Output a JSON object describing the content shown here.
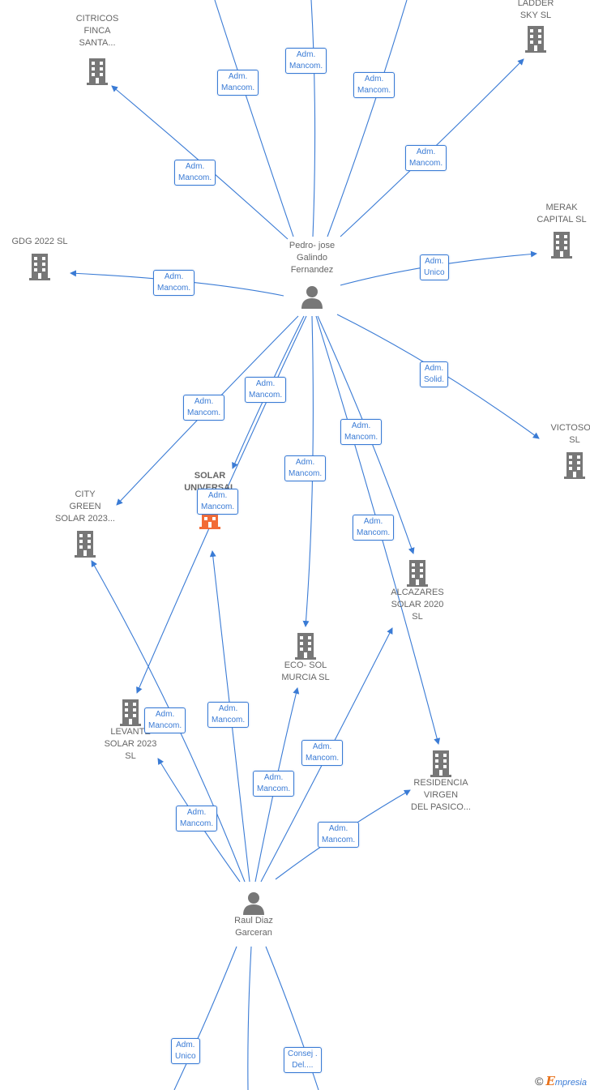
{
  "nodes": {
    "citricos": "CITRICOS\nFINCA\nSANTA...",
    "ladder": "LADDER\nSKY  SL",
    "merak": "MERAK\nCAPITAL  SL",
    "gdg": "GDG 2022  SL",
    "pedro": "Pedro- jose\nGalindo\nFernandez",
    "victosofi": "VICTOSOFI\nSL",
    "solar_universal": "SOLAR\nUNIVERSAL\n20...",
    "city_green": "CITY\nGREEN\nSOLAR 2023...",
    "alcazares": "ALCAZARES\nSOLAR 2020\nSL",
    "eco_sol": "ECO- SOL\nMURCIA  SL",
    "levante": "LEVANTE\nSOLAR 2023\nSL",
    "residencia": "RESIDENCIA\nVIRGEN\nDEL PASICO...",
    "raul": "Raul Diaz\nGarceran"
  },
  "badges": [
    "Adm.\nMancom.",
    "Adm.\nMancom.",
    "Adm.\nMancom.",
    "Adm.\nMancom.",
    "Adm.\nMancom.",
    "Adm.\nMancom.",
    "Adm.\nUnico",
    "Adm.\nSolid.",
    "Adm.\nMancom.",
    "Adm.\nMancom.",
    "Adm.\nMancom.",
    "Adm.\nMancom.",
    "Adm.\nMancom.",
    "Adm.\nMancom.",
    "Adm.\nMancom.",
    "Adm.\nMancom.",
    "Adm.\nMancom.",
    "Adm.\nMancom.",
    "Adm.\nMancom.",
    "Adm.\nMancom.",
    "Adm.\nUnico",
    "Consej .\nDel...."
  ],
  "footer": {
    "copyright": "©",
    "brand_e": "E",
    "brand_rest": "mpresia"
  },
  "colors": {
    "edge": "#3a7bd5",
    "node_gray": "#777777",
    "highlight": "#f26b35"
  }
}
